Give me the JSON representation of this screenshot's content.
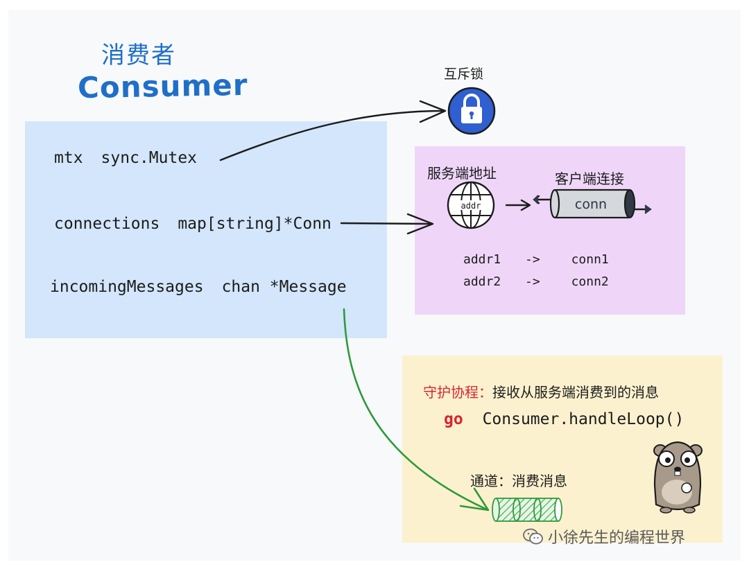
{
  "header": {
    "title_zh": "消费者",
    "title_en": "Consumer"
  },
  "struct_fields": [
    {
      "name": "mtx",
      "type": "sync.Mutex"
    },
    {
      "name": "connections",
      "type": "map[string]*Conn"
    },
    {
      "name": "incomingMessages",
      "type": "chan *Message"
    }
  ],
  "mutex": {
    "label": "互斥锁"
  },
  "connections_panel": {
    "server_addr_label": "服务端地址",
    "client_conn_label": "客户端连接",
    "globe_text": "addr",
    "conn_text": "conn",
    "mapping": [
      {
        "key": "addr1",
        "arrow": "->",
        "value": "conn1"
      },
      {
        "key": "addr2",
        "arrow": "->",
        "value": "conn2"
      }
    ]
  },
  "goroutine_panel": {
    "label_prefix": "守护协程：",
    "label_desc": "接收从服务端消费到的消息",
    "go_keyword": "go",
    "call": "Consumer.handleLoop()",
    "channel_label": "通道：消费消息"
  },
  "watermark": {
    "text": "小徐先生的编程世界"
  },
  "colors": {
    "title": "#1f6fc8",
    "blue_box": "#d3e6fb",
    "purple_box": "#efd6f8",
    "yellow_box": "#fcf1cf",
    "green_arrow": "#2e9a3a",
    "lock": "#2f5fd0",
    "red_text": "#d8262d"
  }
}
